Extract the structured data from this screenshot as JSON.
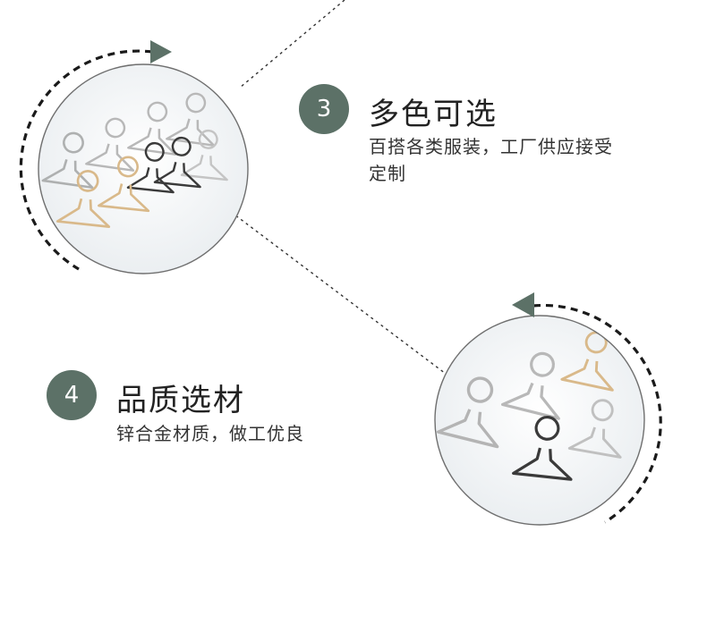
{
  "features": [
    {
      "number": "3",
      "title": "多色可选",
      "description_line1": "百搭各类服装，工厂供应接受",
      "description_line2": "定制",
      "icon": "multicolor-hanger-buckles-photo"
    },
    {
      "number": "4",
      "title": "品质选材",
      "description": "锌合金材质，做工优良",
      "icon": "alloy-hanger-buckles-photo"
    }
  ],
  "colors": {
    "badge": "#5c7167",
    "title_text": "#222222",
    "desc_text": "#333333",
    "circle_border": "#6f6f6f",
    "dashed_arrow": "#1a1a1a",
    "arrow_head": "#5c7167",
    "photo_bg": "#eef1f3",
    "metal_silver": "#b8b8b8",
    "metal_gold": "#d9b98a",
    "metal_black": "#3a3a3a"
  }
}
